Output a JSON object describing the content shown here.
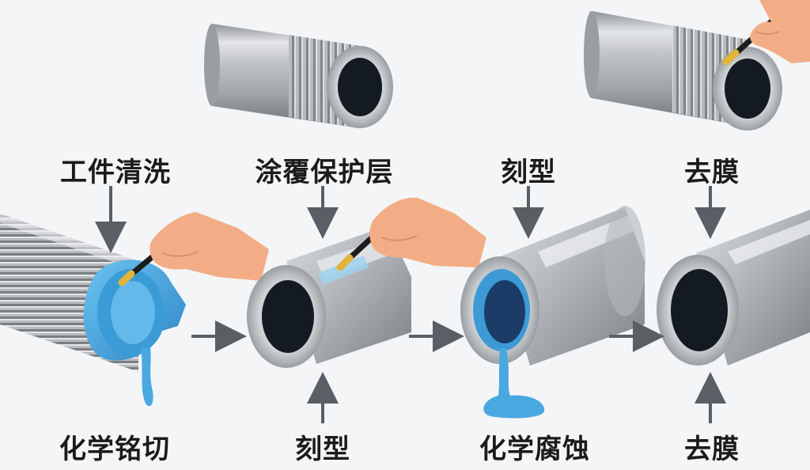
{
  "labels": {
    "top": [
      "工件清洗",
      "涂覆保护层",
      "刻型",
      "去膜"
    ],
    "bottom": [
      "化学铭切",
      "刻型",
      "化学腐蚀",
      "去膜"
    ]
  },
  "colors": {
    "background": "#f3f5f7",
    "steel_light": "#e2e4e6",
    "steel_mid": "#a9adb1",
    "steel_dark": "#6f7377",
    "bore": "#141a22",
    "chemical_blue": "#4aa8e0",
    "skin": "#f3ad86",
    "arrow": "#5a5f66"
  },
  "icons": [
    "threaded-pipe-icon",
    "plain-pipe-icon",
    "hand-brush-icon",
    "flow-arrow-icon",
    "liquid-drip-icon"
  ]
}
